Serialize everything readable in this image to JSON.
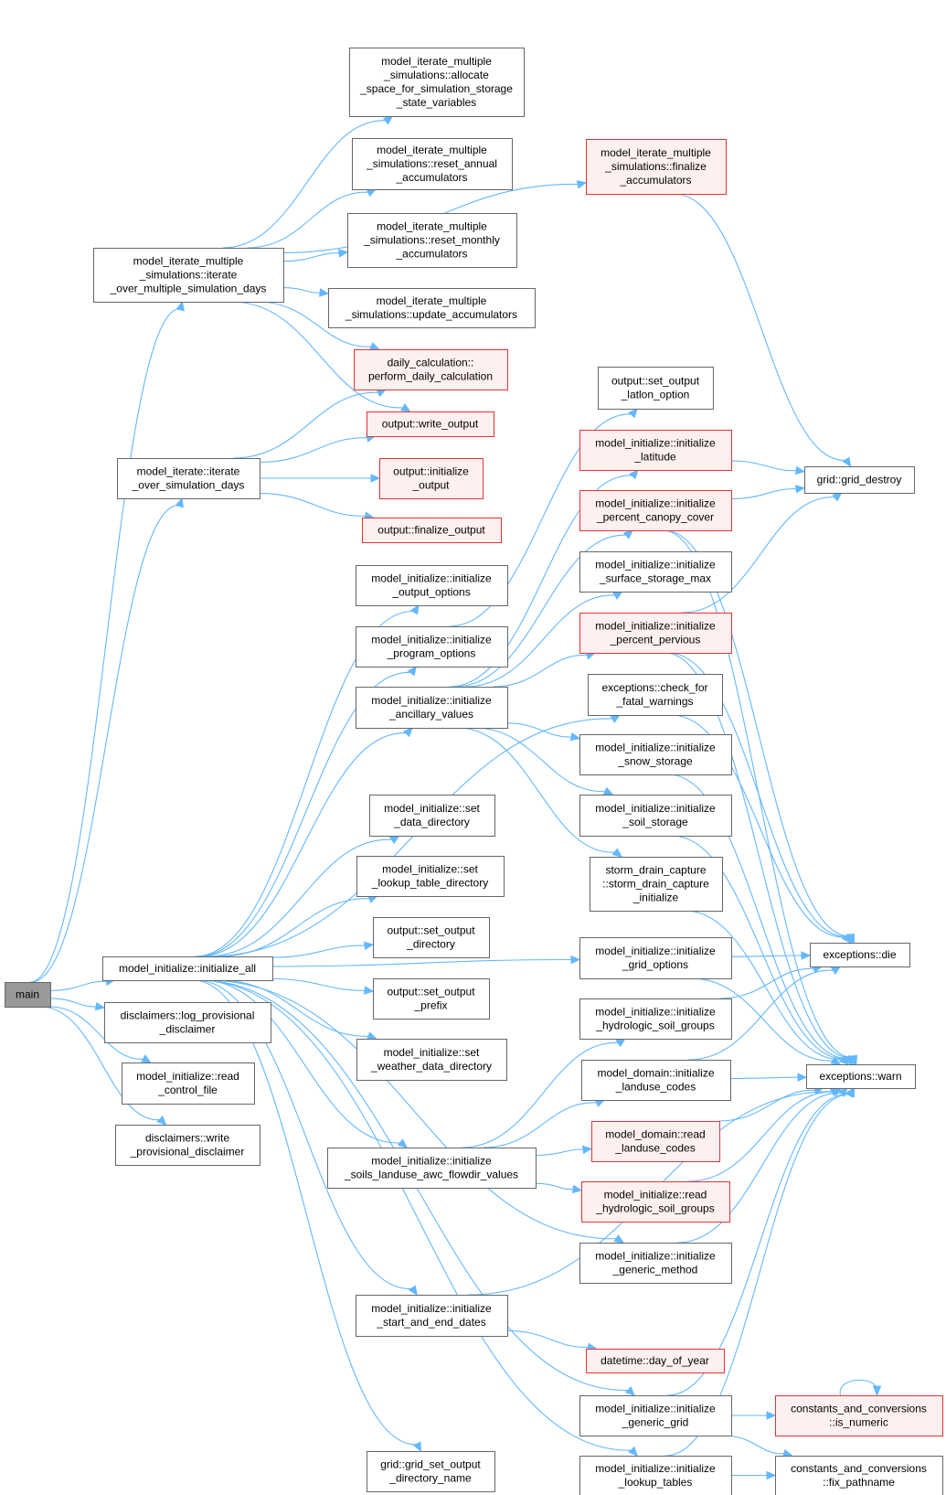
{
  "colors": {
    "edge": "#63b8ff",
    "node_border": "#666666",
    "highlight_border": "#e83232",
    "highlight_fill": "#fff0f0",
    "root_fill": "#999999"
  },
  "nodes": {
    "main": {
      "lines": [
        "main"
      ],
      "style": "main"
    },
    "iter_multi": {
      "lines": [
        "model_iterate_multiple",
        "_simulations::iterate",
        "_over_multiple_simulation_days"
      ],
      "style": "normal"
    },
    "alloc_space": {
      "lines": [
        "model_iterate_multiple",
        "_simulations::allocate",
        "_space_for_simulation_storage",
        "_state_variables"
      ],
      "style": "normal"
    },
    "reset_annual": {
      "lines": [
        "model_iterate_multiple",
        "_simulations::reset_annual",
        "_accumulators"
      ],
      "style": "normal"
    },
    "reset_monthly": {
      "lines": [
        "model_iterate_multiple",
        "_simulations::reset_monthly",
        "_accumulators"
      ],
      "style": "normal"
    },
    "update_acc": {
      "lines": [
        "model_iterate_multiple",
        "_simulations::update_accumulators"
      ],
      "style": "normal"
    },
    "finalize_acc": {
      "lines": [
        "model_iterate_multiple",
        "_simulations::finalize",
        "_accumulators"
      ],
      "style": "red"
    },
    "perform_daily": {
      "lines": [
        "daily_calculation::",
        "perform_daily_calculation"
      ],
      "style": "red"
    },
    "write_output": {
      "lines": [
        "output::write_output"
      ],
      "style": "red"
    },
    "iterate_sim": {
      "lines": [
        "model_iterate::iterate",
        "_over_simulation_days"
      ],
      "style": "normal"
    },
    "init_output": {
      "lines": [
        "output::initialize",
        "_output"
      ],
      "style": "red"
    },
    "finalize_output": {
      "lines": [
        "output::finalize_output"
      ],
      "style": "red"
    },
    "set_output_latlon": {
      "lines": [
        "output::set_output",
        "_latlon_option"
      ],
      "style": "normal"
    },
    "init_latitude": {
      "lines": [
        "model_initialize::initialize",
        "_latitude"
      ],
      "style": "red"
    },
    "grid_destroy": {
      "lines": [
        "grid::grid_destroy"
      ],
      "style": "normal"
    },
    "init_canopy": {
      "lines": [
        "model_initialize::initialize",
        "_percent_canopy_cover"
      ],
      "style": "red"
    },
    "init_surface": {
      "lines": [
        "model_initialize::initialize",
        "_surface_storage_max"
      ],
      "style": "normal"
    },
    "init_pervious": {
      "lines": [
        "model_initialize::initialize",
        "_percent_pervious"
      ],
      "style": "red"
    },
    "check_fatal": {
      "lines": [
        "exceptions::check_for",
        "_fatal_warnings"
      ],
      "style": "normal"
    },
    "init_snow": {
      "lines": [
        "model_initialize::initialize",
        "_snow_storage"
      ],
      "style": "normal"
    },
    "init_soil": {
      "lines": [
        "model_initialize::initialize",
        "_soil_storage"
      ],
      "style": "normal"
    },
    "storm_drain": {
      "lines": [
        "storm_drain_capture",
        "::storm_drain_capture",
        "_initialize"
      ],
      "style": "normal"
    },
    "init_output_opts": {
      "lines": [
        "model_initialize::initialize",
        "_output_options"
      ],
      "style": "normal"
    },
    "init_program_opts": {
      "lines": [
        "model_initialize::initialize",
        "_program_options"
      ],
      "style": "normal"
    },
    "init_ancillary": {
      "lines": [
        "model_initialize::initialize",
        "_ancillary_values"
      ],
      "style": "normal"
    },
    "set_data_dir": {
      "lines": [
        "model_initialize::set",
        "_data_directory"
      ],
      "style": "normal"
    },
    "set_lookup_dir": {
      "lines": [
        "model_initialize::set",
        "_lookup_table_directory"
      ],
      "style": "normal"
    },
    "set_output_dir": {
      "lines": [
        "output::set_output",
        "_directory"
      ],
      "style": "normal"
    },
    "set_output_prefix": {
      "lines": [
        "output::set_output",
        "_prefix"
      ],
      "style": "normal"
    },
    "set_weather_dir": {
      "lines": [
        "model_initialize::set",
        "_weather_data_directory"
      ],
      "style": "normal"
    },
    "init_all": {
      "lines": [
        "model_initialize::initialize_all"
      ],
      "style": "normal"
    },
    "log_disclaimer": {
      "lines": [
        "disclaimers::log_provisional",
        "_disclaimer"
      ],
      "style": "normal"
    },
    "read_control": {
      "lines": [
        "model_initialize::read",
        "_control_file"
      ],
      "style": "normal"
    },
    "write_disclaimer": {
      "lines": [
        "disclaimers::write",
        "_provisional_disclaimer"
      ],
      "style": "normal"
    },
    "init_grid_opts": {
      "lines": [
        "model_initialize::initialize",
        "_grid_options"
      ],
      "style": "normal"
    },
    "exc_die": {
      "lines": [
        "exceptions::die"
      ],
      "style": "normal"
    },
    "init_hydro_groups": {
      "lines": [
        "model_initialize::initialize",
        "_hydrologic_soil_groups"
      ],
      "style": "normal"
    },
    "domain_landuse": {
      "lines": [
        "model_domain::initialize",
        "_landuse_codes"
      ],
      "style": "normal"
    },
    "exc_warn": {
      "lines": [
        "exceptions::warn"
      ],
      "style": "normal"
    },
    "read_landuse": {
      "lines": [
        "model_domain::read",
        "_landuse_codes"
      ],
      "style": "red"
    },
    "init_soils": {
      "lines": [
        "model_initialize::initialize",
        "_soils_landuse_awc_flowdir_values"
      ],
      "style": "normal"
    },
    "read_hydro": {
      "lines": [
        "model_initialize::read",
        "_hydrologic_soil_groups"
      ],
      "style": "red"
    },
    "init_generic_method": {
      "lines": [
        "model_initialize::initialize",
        "_generic_method"
      ],
      "style": "normal"
    },
    "init_dates": {
      "lines": [
        "model_initialize::initialize",
        "_start_and_end_dates"
      ],
      "style": "normal"
    },
    "day_of_year": {
      "lines": [
        "datetime::day_of_year"
      ],
      "style": "red"
    },
    "init_generic_grid": {
      "lines": [
        "model_initialize::initialize",
        "_generic_grid"
      ],
      "style": "normal"
    },
    "is_numeric": {
      "lines": [
        "constants_and_conversions",
        "::is_numeric"
      ],
      "style": "red"
    },
    "grid_set_output": {
      "lines": [
        "grid::grid_set_output",
        "_directory_name"
      ],
      "style": "normal"
    },
    "init_lookup": {
      "lines": [
        "model_initialize::initialize",
        "_lookup_tables"
      ],
      "style": "normal"
    },
    "fix_pathname": {
      "lines": [
        "constants_and_conversions",
        "::fix_pathname"
      ],
      "style": "normal"
    }
  },
  "edges": [
    [
      "main",
      "iter_multi"
    ],
    [
      "main",
      "iterate_sim"
    ],
    [
      "main",
      "init_all"
    ],
    [
      "main",
      "log_disclaimer"
    ],
    [
      "main",
      "read_control"
    ],
    [
      "main",
      "write_disclaimer"
    ],
    [
      "iter_multi",
      "alloc_space"
    ],
    [
      "iter_multi",
      "reset_annual"
    ],
    [
      "iter_multi",
      "reset_monthly"
    ],
    [
      "iter_multi",
      "update_acc"
    ],
    [
      "iter_multi",
      "finalize_acc"
    ],
    [
      "iter_multi",
      "perform_daily"
    ],
    [
      "iter_multi",
      "write_output"
    ],
    [
      "finalize_acc",
      "grid_destroy"
    ],
    [
      "iterate_sim",
      "perform_daily"
    ],
    [
      "iterate_sim",
      "write_output"
    ],
    [
      "iterate_sim",
      "init_output"
    ],
    [
      "iterate_sim",
      "finalize_output"
    ],
    [
      "init_all",
      "init_output_opts"
    ],
    [
      "init_all",
      "init_program_opts"
    ],
    [
      "init_all",
      "init_ancillary"
    ],
    [
      "init_all",
      "check_fatal"
    ],
    [
      "init_all",
      "set_data_dir"
    ],
    [
      "init_all",
      "set_lookup_dir"
    ],
    [
      "init_all",
      "set_output_dir"
    ],
    [
      "init_all",
      "set_output_prefix"
    ],
    [
      "init_all",
      "set_weather_dir"
    ],
    [
      "init_all",
      "init_grid_opts"
    ],
    [
      "init_all",
      "init_soils"
    ],
    [
      "init_all",
      "init_generic_method"
    ],
    [
      "init_all",
      "init_dates"
    ],
    [
      "init_all",
      "init_generic_grid"
    ],
    [
      "init_all",
      "grid_set_output"
    ],
    [
      "init_all",
      "init_lookup"
    ],
    [
      "init_program_opts",
      "set_output_latlon"
    ],
    [
      "init_ancillary",
      "init_latitude"
    ],
    [
      "init_ancillary",
      "init_canopy"
    ],
    [
      "init_ancillary",
      "init_surface"
    ],
    [
      "init_ancillary",
      "init_pervious"
    ],
    [
      "init_ancillary",
      "init_snow"
    ],
    [
      "init_ancillary",
      "init_soil"
    ],
    [
      "init_ancillary",
      "storm_drain"
    ],
    [
      "init_latitude",
      "grid_destroy"
    ],
    [
      "init_canopy",
      "grid_destroy"
    ],
    [
      "init_pervious",
      "grid_destroy"
    ],
    [
      "init_canopy",
      "exc_die"
    ],
    [
      "init_canopy",
      "exc_warn"
    ],
    [
      "init_pervious",
      "exc_die"
    ],
    [
      "init_pervious",
      "exc_warn"
    ],
    [
      "check_fatal",
      "exc_die"
    ],
    [
      "init_snow",
      "exc_warn"
    ],
    [
      "init_soil",
      "exc_warn"
    ],
    [
      "storm_drain",
      "exc_warn"
    ],
    [
      "init_grid_opts",
      "exc_die"
    ],
    [
      "init_grid_opts",
      "exc_warn"
    ],
    [
      "init_hydro_groups",
      "exc_die"
    ],
    [
      "domain_landuse",
      "exc_die"
    ],
    [
      "domain_landuse",
      "exc_warn"
    ],
    [
      "read_landuse",
      "exc_warn"
    ],
    [
      "read_hydro",
      "exc_warn"
    ],
    [
      "init_generic_method",
      "exc_warn"
    ],
    [
      "init_dates",
      "exc_warn"
    ],
    [
      "init_dates",
      "day_of_year"
    ],
    [
      "init_generic_grid",
      "exc_warn"
    ],
    [
      "init_generic_grid",
      "is_numeric"
    ],
    [
      "init_generic_grid",
      "fix_pathname"
    ],
    [
      "init_lookup",
      "exc_warn"
    ],
    [
      "init_lookup",
      "fix_pathname"
    ],
    [
      "is_numeric",
      "is_numeric"
    ],
    [
      "init_soils",
      "init_hydro_groups"
    ],
    [
      "init_soils",
      "domain_landuse"
    ],
    [
      "init_soils",
      "read_landuse"
    ],
    [
      "init_soils",
      "read_hydro"
    ]
  ]
}
